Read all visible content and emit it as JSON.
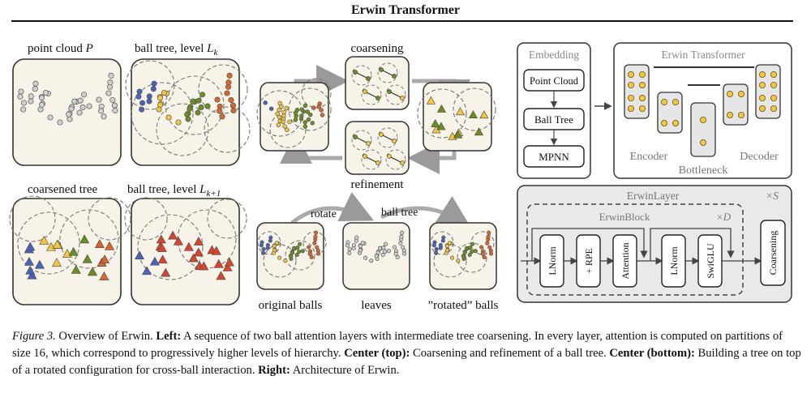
{
  "title": "Erwin Transformer",
  "left": {
    "panel_labels": [
      "point cloud",
      "ball tree, level",
      "coarsened tree",
      "ball tree, level"
    ],
    "math": {
      "P": "P",
      "Lk": "L",
      "k": "k",
      "k1": "k+1"
    }
  },
  "center": {
    "top_labels": {
      "coarsening": "coarsening",
      "refinement": "refinement"
    },
    "bottom_labels": {
      "rotate": "rotate",
      "ball_tree": "ball tree",
      "original": "original balls",
      "leaves": "leaves",
      "rotated": "”rotated” balls"
    }
  },
  "right": {
    "embedding": {
      "title": "Embedding",
      "boxes": [
        "Point Cloud",
        "Ball Tree",
        "MPNN"
      ]
    },
    "transformer": {
      "title": "Erwin Transformer",
      "encoder": "Encoder",
      "bottleneck": "Bottleneck",
      "decoder": "Decoder"
    },
    "layer": {
      "title": "ErwinLayer",
      "times_s": "×S",
      "block_title": "ErwinBlock",
      "times_d": "×D",
      "ops": [
        "LNorm",
        "+ RPE",
        "Attention",
        "LNorm",
        "SwiGLU"
      ],
      "coarsening": "Coarsening"
    }
  },
  "caption": {
    "fig": "Figure 3.",
    "intro": " Overview of Erwin. ",
    "left_b": "Left:",
    "left_t": " A sequence of two ball attention layers with intermediate tree coarsening. In every layer, attention is computed on partitions of size 16, which correspond to progressively higher levels of hierarchy. ",
    "ct_b": "Center (top):",
    "ct_t": " Coarsening and refinement of a ball tree. ",
    "cb_b": "Center (bottom):",
    "cb_t": " Building a tree on top of a rotated configuration for cross-ball interaction. ",
    "right_b": "Right:",
    "right_t": " Architecture of Erwin."
  },
  "colors": {
    "panel_bg": "#f7f3e8",
    "gray_box": "#e6e6e6",
    "yellow": "#f2c641",
    "green": "#6b8e23",
    "blue": "#4a63b8",
    "orange": "#d9662a",
    "red": "#d6452f"
  }
}
